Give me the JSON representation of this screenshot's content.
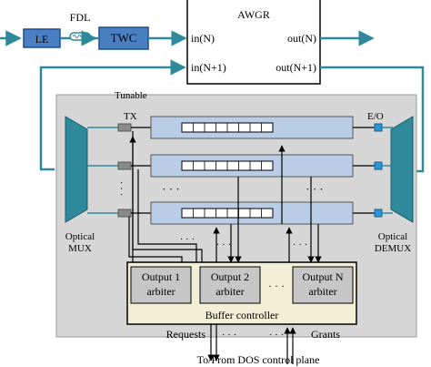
{
  "blocks": {
    "le": "LE",
    "fdl": "FDL",
    "twc": "TWC",
    "awgr_title": "AWGR",
    "awgr_in_n": "in(N)",
    "awgr_in_n1": "in(N+1)",
    "awgr_out_n": "out(N)",
    "awgr_out_n1": "out(N+1)"
  },
  "labels": {
    "tunable": "Tunable",
    "tx": "TX",
    "eo": "E/O",
    "optical_mux_1": "Optical",
    "optical_mux_2": "MUX",
    "optical_demux_1": "Optical",
    "optical_demux_2": "DEMUX",
    "dots": "· · ·"
  },
  "arbiters": [
    {
      "line1": "Output 1",
      "line2": "arbiter"
    },
    {
      "line1": "Output 2",
      "line2": "arbiter"
    },
    {
      "line1": "Output N",
      "line2": "arbiter"
    }
  ],
  "buffer_controller": "Buffer controller",
  "bottom": {
    "requests": "Requests",
    "grants": "Grants",
    "dos_control": "To/From DOS control plane"
  },
  "colors": {
    "gray_panel": "#d6d6d6",
    "blue_box": "#4a7fc1",
    "teal": "#2e8a9a",
    "buffer_bg": "#b9cde6",
    "controller_bg": "#f2efd6",
    "arbiter_bg": "#c6c6c6",
    "tx_square": "#2b96d6"
  }
}
